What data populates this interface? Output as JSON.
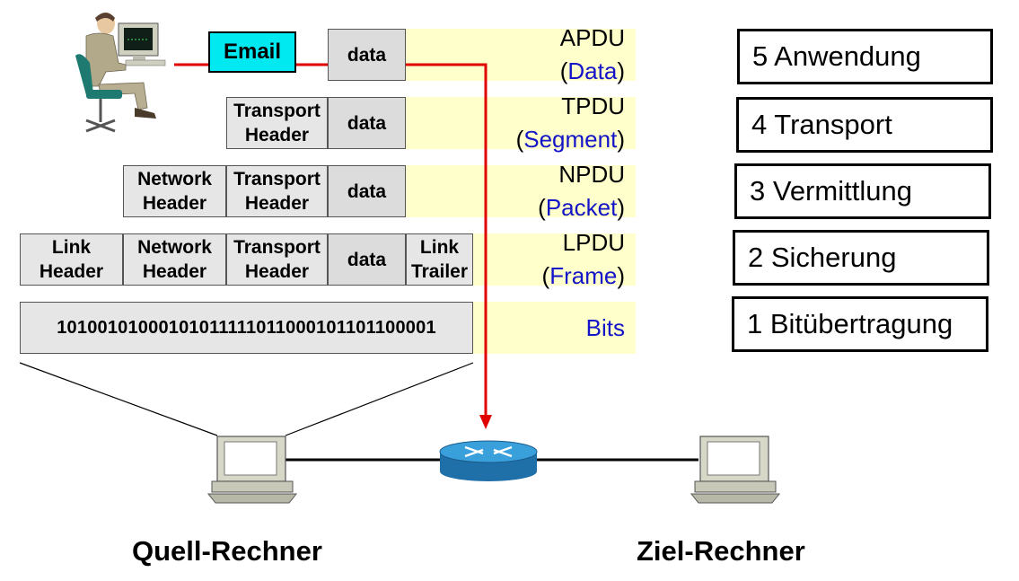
{
  "pdus": {
    "apdu": {
      "name": "APDU",
      "sub": "Data"
    },
    "tpdu": {
      "name": "TPDU",
      "sub": "Segment"
    },
    "npdu": {
      "name": "NPDU",
      "sub": "Packet"
    },
    "lpdu": {
      "name": "LPDU",
      "sub": "Frame"
    },
    "bits": {
      "sub": "Bits"
    }
  },
  "app_row": {
    "email": "Email",
    "data": "data"
  },
  "headers": {
    "transport": "Transport\nHeader",
    "network": "Network\nHeader",
    "link": "Link\nHeader",
    "link_trailer": "Link\nTrailer",
    "data": "data"
  },
  "bit_string": "10100101000101011111011000101101100001",
  "layers": [
    {
      "label": "5 Anwendung"
    },
    {
      "label": "4 Transport"
    },
    {
      "label": "3 Vermittlung"
    },
    {
      "label": "2 Sicherung"
    },
    {
      "label": "1 Bitübertragung"
    }
  ],
  "captions": {
    "source": "Quell-Rechner",
    "target": "Ziel-Rechner"
  },
  "icons": [
    "user-at-computer-icon",
    "source-computer-icon",
    "router-icon",
    "target-computer-icon"
  ],
  "colors": {
    "band": "#ffffcc",
    "email": "#00e8f0",
    "path": "#e00000",
    "pdu_sub": "#1414c8"
  }
}
